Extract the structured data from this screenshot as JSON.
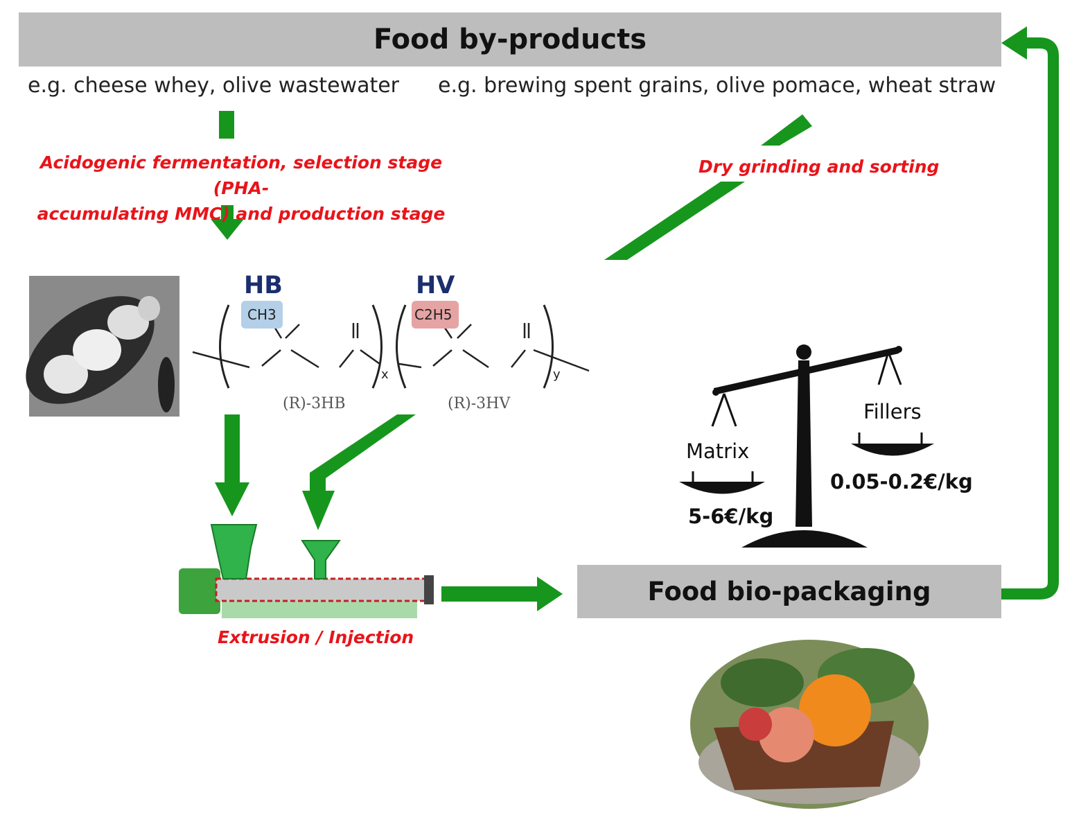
{
  "header": {
    "title": "Food by-products"
  },
  "examples": {
    "left": "e.g. cheese whey, olive wastewater",
    "right": "e.g. brewing spent grains, olive pomace, wheat straw"
  },
  "process_left": {
    "line1": "Acidogenic fermentation, selection stage (PHA-",
    "line2": "accumulating MMC) and production stage"
  },
  "process_right": "Dry grinding and sorting",
  "process_bottom": "Extrusion / Injection",
  "polymer": {
    "hb_tag": "HB",
    "hv_tag": "HV",
    "hb_group": "CH3",
    "hv_group": "C2H5",
    "hb_label": "(R)-3HB",
    "hv_label": "(R)-3HV",
    "sub_x": "x",
    "sub_y": "y"
  },
  "scale": {
    "matrix_label": "Matrix",
    "fillers_label": "Fillers",
    "matrix_price": "5-6€/kg",
    "fillers_price": "0.05-0.2€/kg"
  },
  "output": {
    "title": "Food bio-packaging"
  },
  "colors": {
    "arrow": "#17961d",
    "process_text": "#e8141a",
    "bar": "#bdbdbd",
    "tag_blue": "#1b2f6e"
  }
}
